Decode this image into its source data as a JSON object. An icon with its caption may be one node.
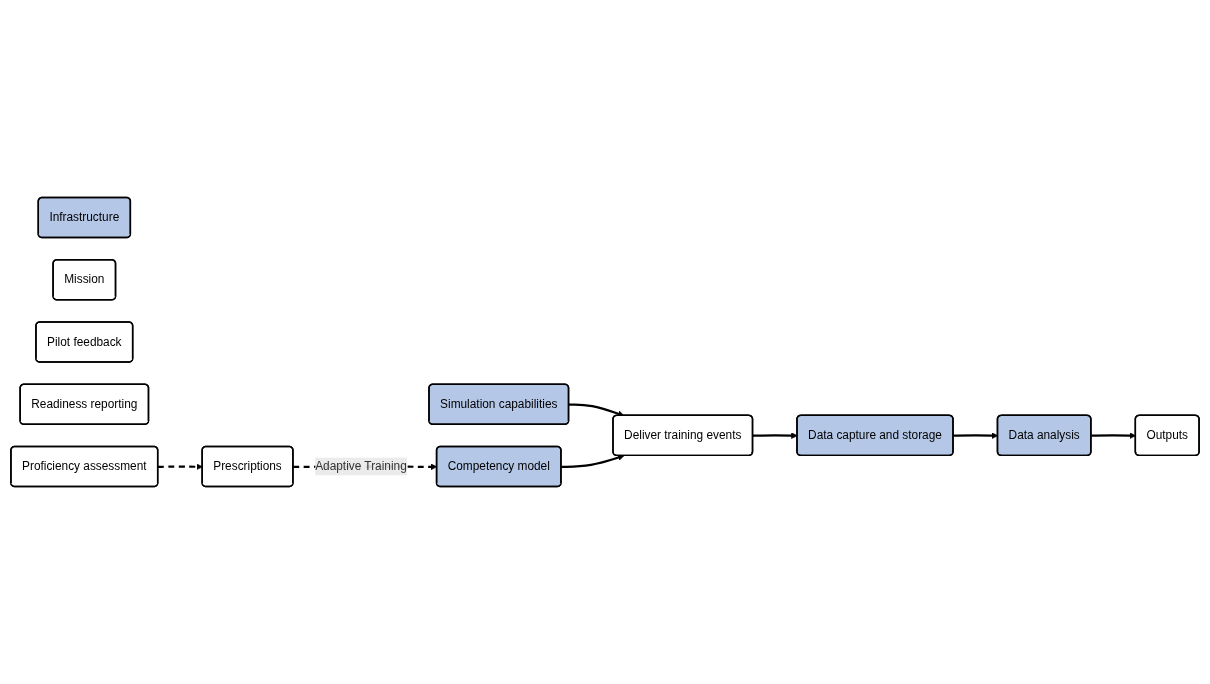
{
  "diagram": {
    "nodes": [
      {
        "text": [
          "Infrastructure"
        ]
      },
      {
        "text": [
          "Simulation capabilities"
        ]
      },
      {
        "text": [
          "Deliver training events"
        ]
      },
      {
        "text": [
          "Competency model"
        ]
      },
      {
        "text": [
          "Mission"
        ]
      },
      {
        "text": [
          "Data capture and storage"
        ]
      },
      {
        "text": [
          "Data analysis"
        ]
      },
      {
        "text": [
          "Outputs"
        ]
      },
      {
        "text": [
          "Pilot feedback"
        ]
      },
      {
        "text": [
          "Readiness reporting"
        ]
      },
      {
        "text": [
          "Proficiency assessment"
        ]
      },
      {
        "text": [
          "Prescriptions"
        ]
      }
    ],
    "edges": [
      {
        "from": 1,
        "to": 2,
        "arrow": "to"
      },
      {
        "from": 3,
        "to": 2,
        "arrow": "to"
      },
      {
        "from": 2,
        "to": 5,
        "arrow": "to"
      },
      {
        "from": 5,
        "to": 6,
        "arrow": "to"
      },
      {
        "from": 6,
        "to": 7,
        "arrow": "to"
      },
      {
        "from": 10,
        "to": 11,
        "arrow": "to",
        "style": "dashed"
      },
      {
        "from": 11,
        "to": 3,
        "arrow": "to",
        "style": "dashed",
        "label": "Adaptive Training"
      }
    ]
  }
}
